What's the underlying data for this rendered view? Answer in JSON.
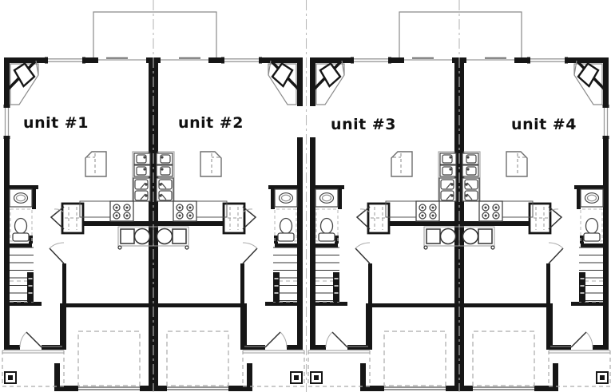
{
  "plan": {
    "type": "floor-plan",
    "building": "fourplex-townhouse-main-level",
    "units": [
      {
        "id": "unit-1",
        "label": "unit #1"
      },
      {
        "id": "unit-2",
        "label": "unit #2"
      },
      {
        "id": "unit-3",
        "label": "unit #3"
      },
      {
        "id": "unit-4",
        "label": "unit #4"
      }
    ],
    "fixture_icons": [
      "fireplace-icon",
      "refrigerator-icon",
      "appliance-stack-icon",
      "kitchen-double-sink-icon",
      "range-icon",
      "dishwasher-icon",
      "peninsula-round-sink-icon",
      "pantry-icon",
      "vanity-sink-icon",
      "toilet-icon",
      "stairs-icon",
      "garage-door-icon",
      "porch-post-icon",
      "front-door-icon",
      "window-icon",
      "deck-outline-icon",
      "centerline-icon"
    ]
  },
  "colors": {
    "wall": "#161616",
    "detail": "#454545",
    "light": "#9a9a9a",
    "dashed": "#ababab",
    "centerline": "#b9b9b9",
    "paper": "#ffffff",
    "label": "#111111"
  }
}
